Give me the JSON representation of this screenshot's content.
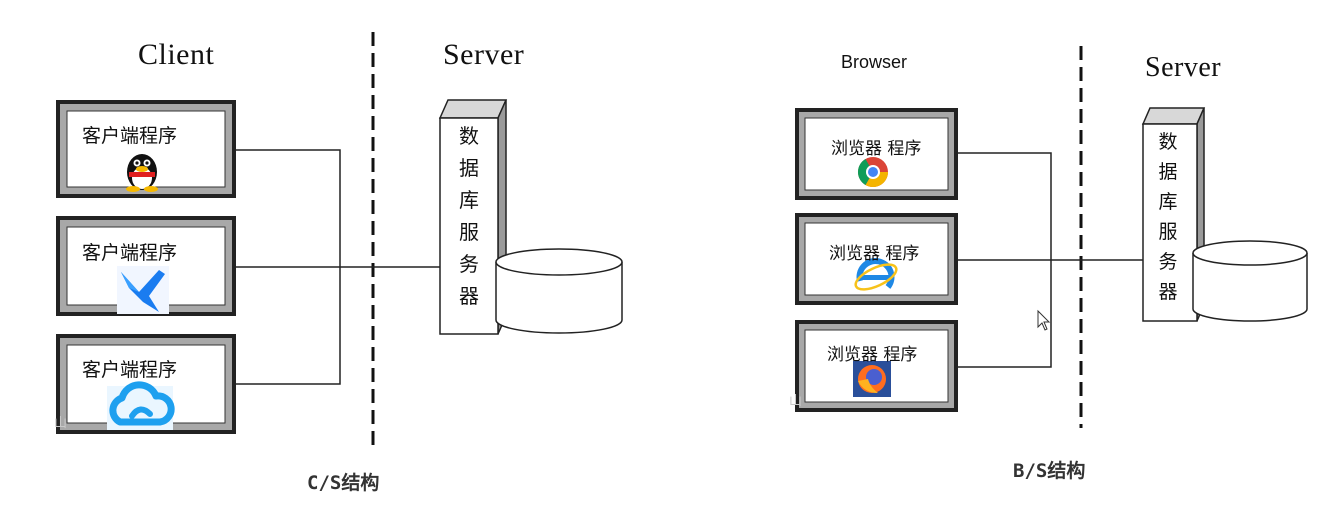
{
  "cs": {
    "client_title": "Client",
    "server_title": "Server",
    "client_items": [
      {
        "label": "客户端程序",
        "icon": "qq-penguin-icon"
      },
      {
        "label": "客户端程序",
        "icon": "feishu-bird-icon"
      },
      {
        "label": "客户端程序",
        "icon": "cloud-icon"
      }
    ],
    "db_server_chars": [
      "数",
      "据",
      "库",
      "服",
      "务",
      "器"
    ],
    "caption": "C/S结构",
    "ghost_mark": "山"
  },
  "bs": {
    "browser_title": "Browser",
    "server_title": "Server",
    "browser_items": [
      {
        "label": "浏览器 程序",
        "icon": "chrome-icon"
      },
      {
        "label": "浏览器 程序",
        "icon": "internet-explorer-icon"
      },
      {
        "label": "浏览器 程序",
        "icon": "firefox-icon"
      }
    ],
    "db_server_chars": [
      "数",
      "据",
      "库",
      "服",
      "务",
      "器"
    ],
    "caption": "B/S结构",
    "ghost_mark": "山"
  },
  "colors": {
    "chrome_red": "#db4437",
    "chrome_yellow": "#f4b400",
    "chrome_green": "#0f9d58",
    "chrome_blue": "#4285f4",
    "ie_blue": "#1e88e5",
    "firefox_orange": "#ff6d1f",
    "cloud_blue": "#1ea0ef"
  }
}
